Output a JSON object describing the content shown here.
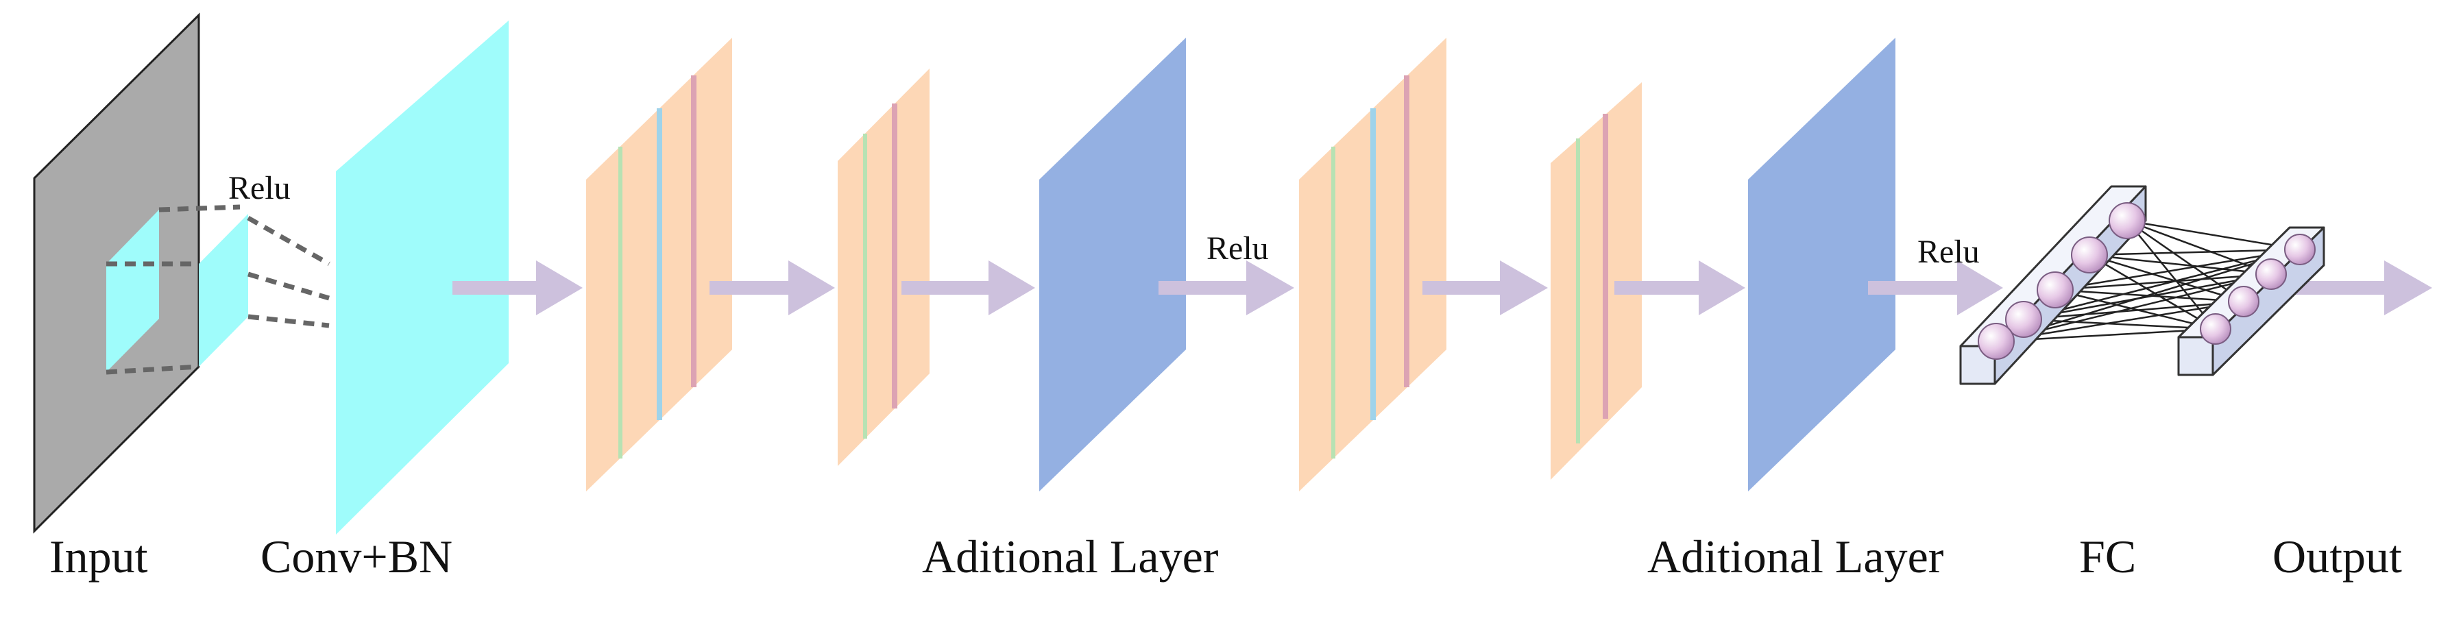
{
  "diagram": {
    "labels": {
      "input": "Input",
      "conv_bn": "Conv+BN",
      "additional_layer_1": "Aditional Layer",
      "additional_layer_2": "Aditional Layer",
      "fc": "FC",
      "output": "Output"
    },
    "activations": {
      "relu_1": "Relu",
      "relu_2": "Relu",
      "relu_3": "Relu"
    },
    "colors": {
      "input_plane": "#aaaaaa",
      "conv_plane": "#9ffcfb",
      "stripe_plane": "#fdd7b6",
      "additional_plane": "#94b0e2",
      "arrow": "#cdc1dd",
      "neuron": "#e6c8e6"
    }
  }
}
